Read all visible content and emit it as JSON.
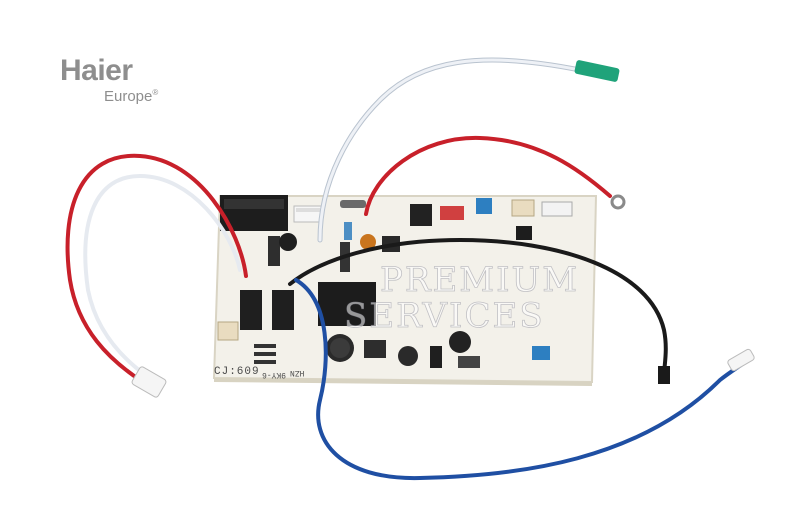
{
  "brand": {
    "name": "Haier",
    "region": "Europe",
    "registered_mark": "®",
    "color": "#8e8e8e"
  },
  "watermark": {
    "line1": "PREMIUM",
    "line2": "SERVICES"
  },
  "board_markings": {
    "model_code": "CJ:609",
    "hzn": "HZN",
    "wky": "9KY-6"
  },
  "colors": {
    "pcb": "#f2efe6",
    "wire_red": "#c8202a",
    "wire_white": "#e8ecf2",
    "wire_blue": "#1f4fa3",
    "wire_black": "#1a1a1a",
    "terminal_green": "#1fa37a"
  }
}
